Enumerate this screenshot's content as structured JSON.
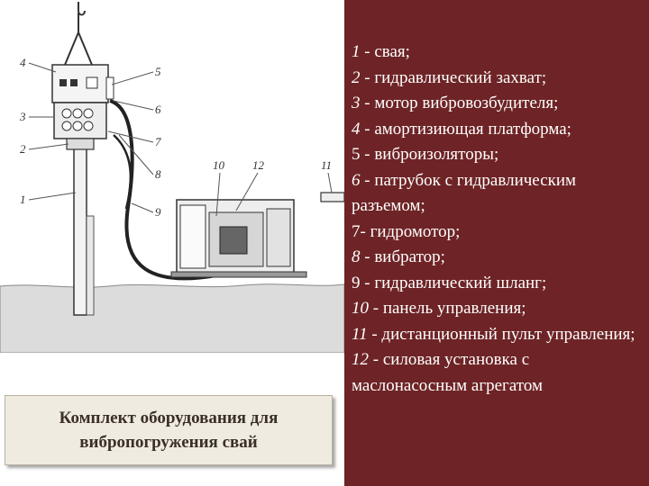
{
  "diagram": {
    "callouts": [
      "1",
      "2",
      "3",
      "4",
      "5",
      "6",
      "7",
      "8",
      "9",
      "10",
      "11",
      "12"
    ]
  },
  "caption": {
    "text": "Комплект оборудования для вибропогружения свай"
  },
  "legend": [
    {
      "num": "1",
      "text": " - свая;"
    },
    {
      "num": "2",
      "text": " - гидравлический захват;"
    },
    {
      "num": "3",
      "text": " - мотор вибровозбудителя;"
    },
    {
      "num": "4",
      "text": " - амортизиющая платформа;"
    },
    {
      "num": "5",
      "text": " - виброизоляторы;"
    },
    {
      "num": "6",
      "text": " - патрубок с гидравлическим разъемом;"
    },
    {
      "num": "7",
      "text": "- гидромотор;"
    },
    {
      "num": "8",
      "text": " - вибратор;"
    },
    {
      "num": "9",
      "text": " - гидравлический шланг;"
    },
    {
      "num": "10",
      "text": " - панель управления;"
    },
    {
      "num": "11",
      "text": " - дистанционный пульт управления;"
    },
    {
      "num": "12",
      "text": " - силовая установка с маслонасосным агрегатом"
    }
  ],
  "colors": {
    "right_panel": "#6e2426",
    "ground": "#d9d9d9",
    "caption_bg": "#efebe0"
  }
}
